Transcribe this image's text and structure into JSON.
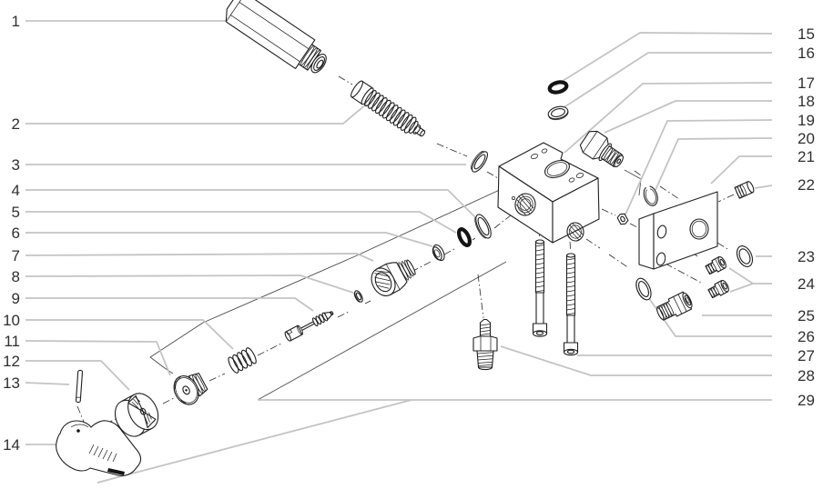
{
  "diagram": {
    "figure_type": "exploded-parts-diagram",
    "colors": {
      "background": "#ffffff",
      "line_art": "#1f1f1f",
      "leader_line": "#c4c4c4",
      "label_text": "#2f2f2f"
    },
    "callouts": {
      "left": [
        {
          "label": "1"
        },
        {
          "label": "2"
        },
        {
          "label": "3"
        },
        {
          "label": "4"
        },
        {
          "label": "5"
        },
        {
          "label": "6"
        },
        {
          "label": "7"
        },
        {
          "label": "8"
        },
        {
          "label": "9"
        },
        {
          "label": "10"
        },
        {
          "label": "11"
        },
        {
          "label": "12"
        },
        {
          "label": "13"
        },
        {
          "label": "14"
        }
      ],
      "right": [
        {
          "label": "15"
        },
        {
          "label": "16"
        },
        {
          "label": "17"
        },
        {
          "label": "18"
        },
        {
          "label": "19"
        },
        {
          "label": "20"
        },
        {
          "label": "21"
        },
        {
          "label": "22"
        },
        {
          "label": "23"
        },
        {
          "label": "24"
        },
        {
          "label": "25"
        },
        {
          "label": "26"
        },
        {
          "label": "27"
        },
        {
          "label": "28"
        },
        {
          "label": "29"
        }
      ]
    }
  }
}
